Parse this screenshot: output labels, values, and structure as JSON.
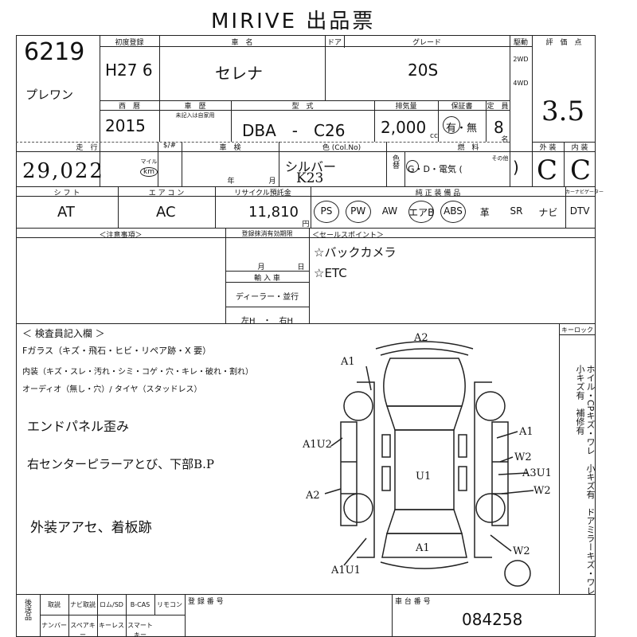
{
  "title": "MIRIVE 出品票",
  "lot_number": "6219",
  "note_handwritten": "プレワン",
  "labels": {
    "first_registration": "初度登録",
    "car_name": "車　名",
    "doors": "ドア",
    "grade": "グレード",
    "drive": "駆動",
    "drive_2wd": "2WD",
    "drive_4wd": "4WD",
    "score": "評　価　点",
    "year": "西　暦",
    "history": "車　歴",
    "history_sub": "未記入は自家用",
    "model": "型　式",
    "displacement": "排気量",
    "warranty": "保証書",
    "capacity": "定　員",
    "mileage": "走　行",
    "meter_change": "$/#",
    "inspection": "車　検",
    "color": "色 (Col.No)",
    "fuel": "燃　料",
    "exterior": "外 装",
    "interior": "内 装",
    "color_change": "色替",
    "shift": "シ フ ト",
    "aircon": "エ ア コ ン",
    "recycle": "リサイクル預託金",
    "equipment": "純 正 装 備 品",
    "cartuner": "カーナビゲーター",
    "notes": "＜注意事項＞",
    "reg_deadline": "登録抹消有効期限",
    "sales_points": "＜セールスポイント＞",
    "import_car": "輸 入 車",
    "dealer": "ディーラー・並行",
    "handle": "左H　・　右H",
    "inspector": "＜ 検査員記入欄 ＞",
    "keylock": "キーロック",
    "month": "月",
    "day": "日",
    "year_unit": "年",
    "month_unit": "月",
    "yen": "円",
    "cc": "cc",
    "person_unit": "名",
    "mile": "マイル",
    "km": "km",
    "fuel_options": "G・D・電気 (",
    "fuel_other": "その他",
    "fuel_close": ")",
    "warranty_options": "有・無",
    "reg_number": "登 録 番 号",
    "chassis_number": "車 台 番 号",
    "after_delivery": "後送品"
  },
  "values": {
    "first_registration": "H27 6",
    "car_name": "セレナ",
    "grade": "20S",
    "year": "2015",
    "model": "DBA　-　C26",
    "displacement": "2,000",
    "capacity": "8",
    "score": "3.5",
    "mileage": "29,022",
    "color": "シルバー",
    "color_code": "K23",
    "exterior": "C",
    "interior": "C",
    "shift": "AT",
    "aircon": "AC",
    "recycle": "11,810",
    "chassis_number": "084258"
  },
  "equipment_items": [
    "PS",
    "PW",
    "AW",
    "エアB",
    "ABS",
    "革",
    "SR",
    "ナビ",
    "DTV"
  ],
  "sales_points": [
    "☆バックカメラ",
    "☆ETC"
  ],
  "inspector_lines": [
    "Fガラス（キズ・飛石・ヒビ・リペア跡・X 要）",
    "内装（キズ・スレ・汚れ・シミ・コゲ・穴・キレ・破れ・割れ）",
    "オーディオ（無し・穴）/ タイヤ（スタッドレス）"
  ],
  "handwritten_notes": [
    "エンドパネル歪み",
    "右センターピラーアとび、下部B.P",
    "外装アアセ、着板跡"
  ],
  "side_vertical_text": "ホイル・CPキズ・ワレ　小キズ有　ドアミラーキズ・ワレ　小キズ有　補修有",
  "diagram_marks": [
    "A2",
    "A1",
    "A1U2",
    "A1",
    "W2",
    "A3U1",
    "W2",
    "U1",
    "A2",
    "A1",
    "W2",
    "A1U1"
  ],
  "bottom_row1": [
    "取説",
    "ナビ取説",
    "ロム/SD",
    "B-CAS",
    "リモコン"
  ],
  "bottom_row2": [
    "ナンバー",
    "スペアキー",
    "キーレス",
    "スマートキー"
  ]
}
